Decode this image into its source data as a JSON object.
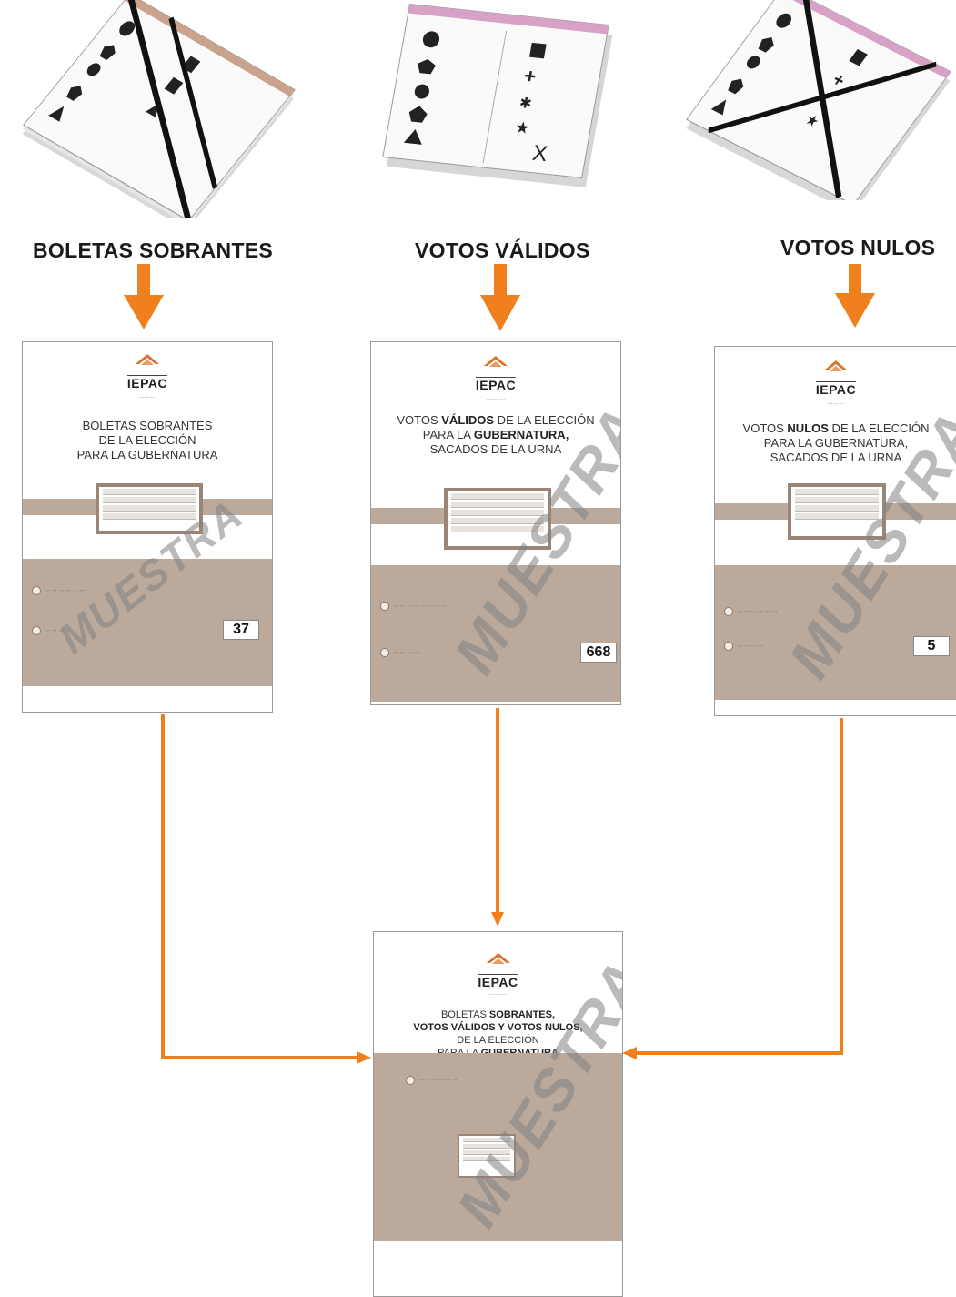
{
  "headings": {
    "sobrantes": "BOLETAS SOBRANTES",
    "validos": "VOTOS VÁLIDOS",
    "nulos": "VOTOS NULOS"
  },
  "organization": "IEPAC",
  "watermark": "MUESTRA",
  "envelopes": {
    "sobrantes": {
      "title_lines": [
        "BOLETAS SOBRANTES",
        "DE LA ELECCIÓN",
        "PARA LA GUBERNATURA"
      ],
      "count": "37"
    },
    "validos": {
      "title_line1_prefix": "VOTOS ",
      "title_line1_bold": "VÁLIDOS",
      "title_line1_suffix": " DE LA ELECCIÓN",
      "title_line2_prefix": "PARA LA ",
      "title_line2_bold": "GUBERNATURA,",
      "title_line3": "SACADOS DE LA URNA",
      "count": "668"
    },
    "nulos": {
      "title_line1_prefix": "VOTOS ",
      "title_line1_bold": "NULOS",
      "title_line1_suffix": " DE LA ELECCIÓN",
      "title_line2": "PARA LA GUBERNATURA,",
      "title_line3": "SACADOS DE LA URNA",
      "count": "5"
    },
    "final": {
      "line1_prefix": "BOLETAS ",
      "line1_bold": "SOBRANTES,",
      "line2": "VOTOS VÁLIDOS Y VOTOS NULOS,",
      "line3": "DE LA ELECCIÓN",
      "line4_prefix": "PARA LA ",
      "line4_bold": "GUBERNATURA"
    }
  },
  "colors": {
    "arrow": "#f07f1d",
    "band": "#bba99b"
  }
}
